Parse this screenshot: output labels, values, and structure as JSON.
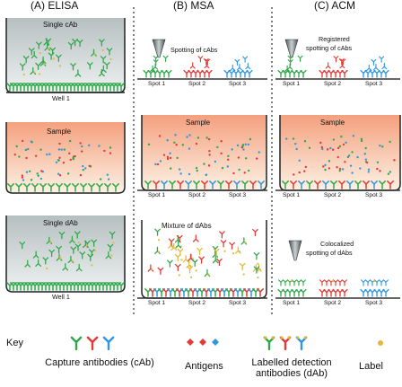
{
  "columns": {
    "a": {
      "title": "(A) ELISA",
      "top_label": "Single cAb",
      "mid_label": "Sample",
      "bot_label": "Single dAb",
      "well_label": "Well 1"
    },
    "b": {
      "title": "(B) MSA",
      "spotting_label": "Spotting of cAbs",
      "mid_label": "Sample",
      "bot_label": "Mixture of dAbs"
    },
    "c": {
      "title": "(C) ACM",
      "spotting_label_1": "Registered",
      "spotting_label_2": "spotting of cAbs",
      "mid_label": "Sample",
      "bot_spotting_1": "Colocalized",
      "bot_spotting_2": "spotting of dAbs"
    }
  },
  "spots": [
    "Spot 1",
    "Spot 2",
    "Spot 3"
  ],
  "key": {
    "title": "Key",
    "capture_label": "Capture antibodies (cAb)",
    "antigen_label": "Antigens",
    "detection_label": "Labelled detection antibodies (dAb)",
    "label_label": "Label"
  },
  "colors": {
    "green": "#2ea84a",
    "red": "#e23a36",
    "blue": "#2f96e0",
    "yellow": "#e2b93a",
    "sample_top": "#f4a07e",
    "sample_bottom": "#fdf1e4",
    "well_top": "#b6bfc0"
  }
}
